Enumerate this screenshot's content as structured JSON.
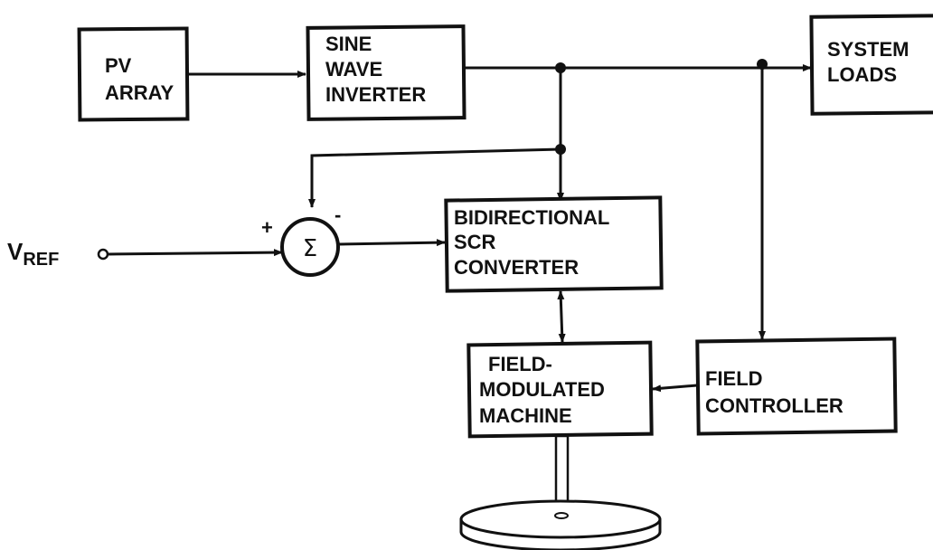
{
  "blocks": {
    "pv_array": [
      "PV",
      "ARRAY"
    ],
    "sine_wave_inverter": [
      "SINE",
      "WAVE",
      "INVERTER"
    ],
    "system_loads": [
      "SYSTEM",
      "LOADS"
    ],
    "bidirectional_scr_converter": [
      "BIDIRECTIONAL",
      "SCR",
      "CONVERTER"
    ],
    "field_modulated_machine": [
      "FIELD-",
      "MODULATED",
      "MACHINE"
    ],
    "field_controller": [
      "FIELD",
      "CONTROLLER"
    ]
  },
  "summing_junction": {
    "symbol": "Σ",
    "plus": "+",
    "minus": "-"
  },
  "reference": {
    "main": "V",
    "subscript": "REF"
  }
}
